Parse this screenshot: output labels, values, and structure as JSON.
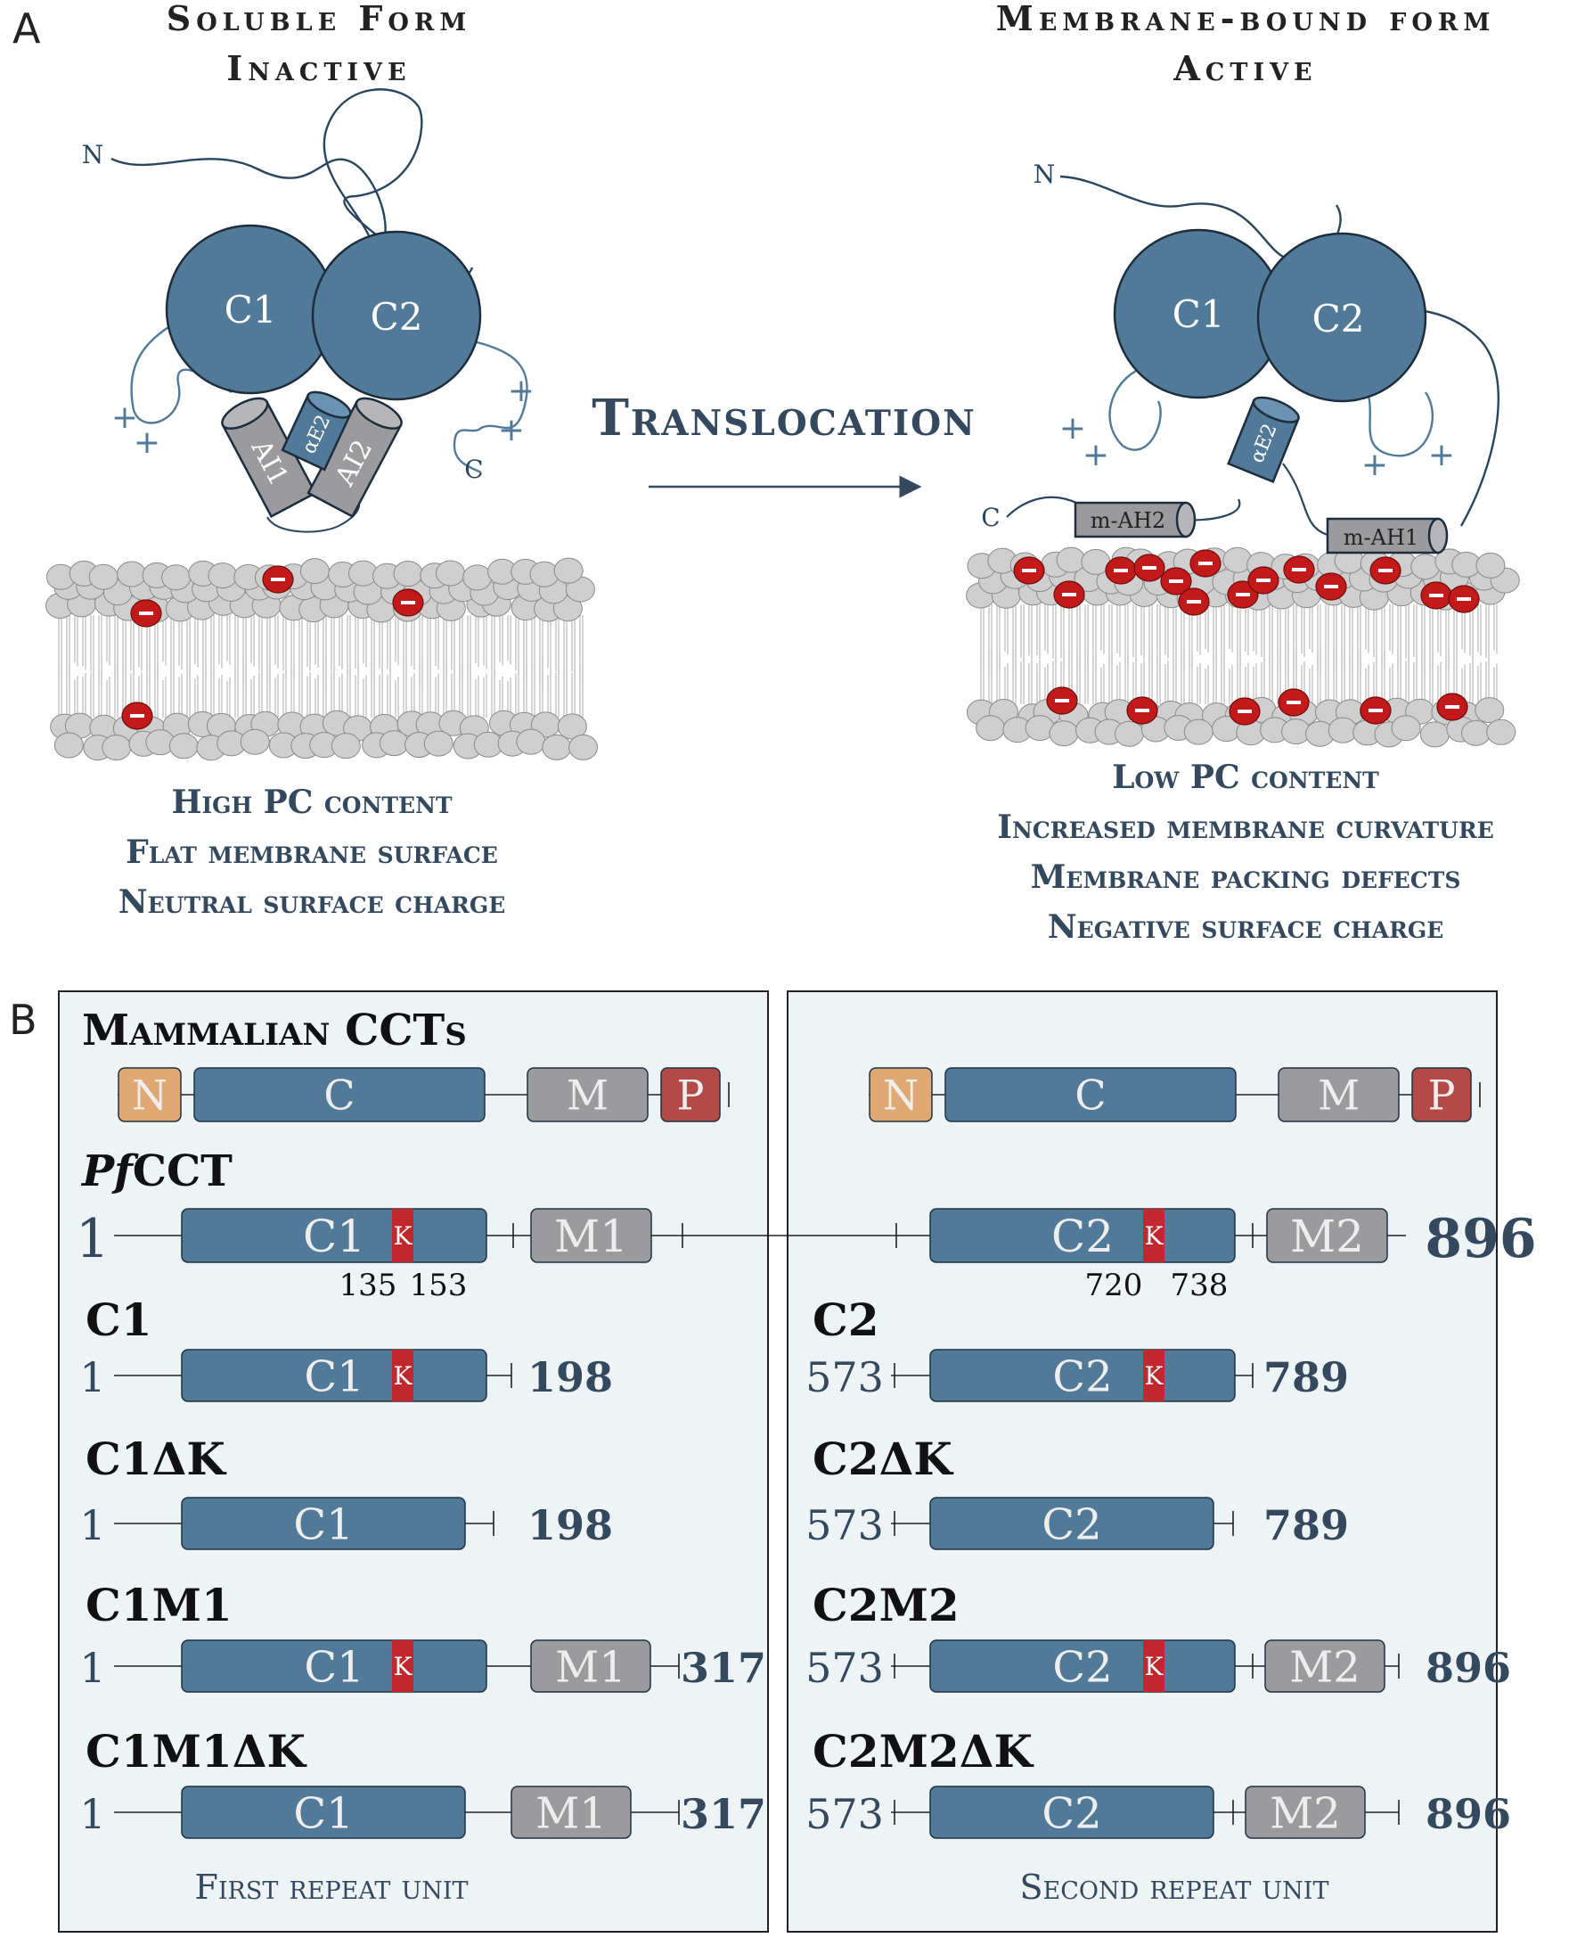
{
  "colors": {
    "blue": "#517a98",
    "blue_dark": "#2a465e",
    "gray": "#9b9b9e",
    "orange": "#e0a872",
    "red": "#b44a48",
    "k_red": "#c0282d",
    "lipid_red": "#c21a1a",
    "panel_bg": "#eef3f6",
    "text_dark": "#34495e"
  },
  "panel_a": {
    "label": "A",
    "left_title_1": "Soluble Form",
    "left_title_2": "Inactive",
    "right_title_1": "Membrane-bound form",
    "right_title_2": "Active",
    "translocation": "Translocation",
    "left_props": [
      "High PC content",
      "Flat membrane surface",
      "Neutral surface charge"
    ],
    "right_props": [
      "Low PC content",
      "Increased membrane curvature",
      "Membrane packing defects",
      "Negative surface charge"
    ],
    "labels": {
      "n": "N",
      "c": "C",
      "c1": "C1",
      "c2": "C2",
      "ai1": "AI1",
      "ai2": "AI2",
      "ae2": "αE2",
      "mah2": "m-AH2",
      "mah1": "m-AH1",
      "plus": "+",
      "minus": "-"
    }
  },
  "panel_b": {
    "label": "B",
    "mammalian_title": "Mammalian CCTs",
    "mammalian_domains": {
      "n": "N",
      "c": "C",
      "m": "M",
      "p": "P"
    },
    "pfcct_title_italic": "Pf",
    "pfcct_title_rest": "CCT",
    "pfcct": {
      "start": "1",
      "end": "896",
      "c1": "C1",
      "m1": "M1",
      "c2": "C2",
      "m2": "M2",
      "k": "K",
      "k1_start": "135",
      "k1_end": "153",
      "k2_start": "720",
      "k2_end": "738"
    },
    "constructs_left": [
      {
        "name": "C1",
        "start": "1",
        "end": "198",
        "domain": "C1",
        "k": "K"
      },
      {
        "name": "C1ΔK",
        "start": "1",
        "end": "198",
        "domain": "C1"
      },
      {
        "name": "C1M1",
        "start": "1",
        "end": "317",
        "domain": "C1",
        "k": "K",
        "m": "M1"
      },
      {
        "name": "C1M1ΔK",
        "start": "1",
        "end": "317",
        "domain": "C1",
        "m": "M1"
      }
    ],
    "constructs_right": [
      {
        "name": "C2",
        "start": "573",
        "end": "789",
        "domain": "C2",
        "k": "K"
      },
      {
        "name": "C2ΔK",
        "start": "573",
        "end": "789",
        "domain": "C2"
      },
      {
        "name": "C2M2",
        "start": "573",
        "end": "896",
        "domain": "C2",
        "k": "K",
        "m": "M2"
      },
      {
        "name": "C2M2ΔK",
        "start": "573",
        "end": "896",
        "domain": "C2",
        "m": "M2"
      }
    ],
    "first_unit": "First repeat unit",
    "second_unit": "Second repeat unit"
  }
}
